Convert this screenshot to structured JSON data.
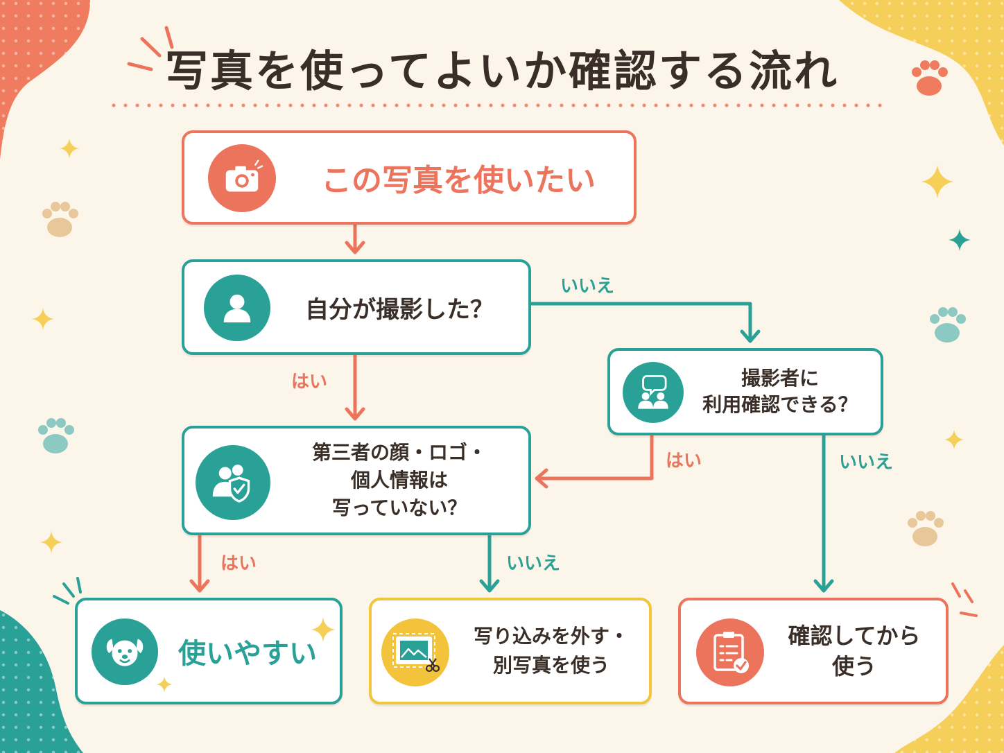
{
  "title": "写真を使ってよいか確認する流れ",
  "colors": {
    "background": "#fcf5e9",
    "teal": "#2aa197",
    "coral": "#ec735c",
    "gold": "#f3c43b",
    "text": "#3a2e28"
  },
  "nodes": {
    "start": {
      "text": "この写真を使いたい",
      "icon": "camera-icon"
    },
    "self_shot": {
      "lines": [
        "自分が撮影した？"
      ],
      "icon": "person-icon"
    },
    "ask_photographer": {
      "lines": [
        "撮影者に",
        "利用確認できる？"
      ],
      "icon": "people-speech-icon"
    },
    "privacy": {
      "lines": [
        "第三者の顔・ロゴ・",
        "個人情報は",
        "写っていない？"
      ],
      "icon": "people-shield-icon"
    },
    "easy": {
      "text": "使いやすい",
      "icon": "dog-icon"
    },
    "crop": {
      "lines": [
        "写り込みを外す・",
        "別写真を使う"
      ],
      "icon": "photo-crop-icon"
    },
    "confirm": {
      "lines": [
        "確認してから",
        "使う"
      ],
      "icon": "clipboard-check-icon"
    }
  },
  "labels": {
    "self_no": "いいえ",
    "self_yes": "はい",
    "ask_yes": "はい",
    "ask_no": "いいえ",
    "privacy_yes": "はい",
    "privacy_no": "いいえ"
  }
}
